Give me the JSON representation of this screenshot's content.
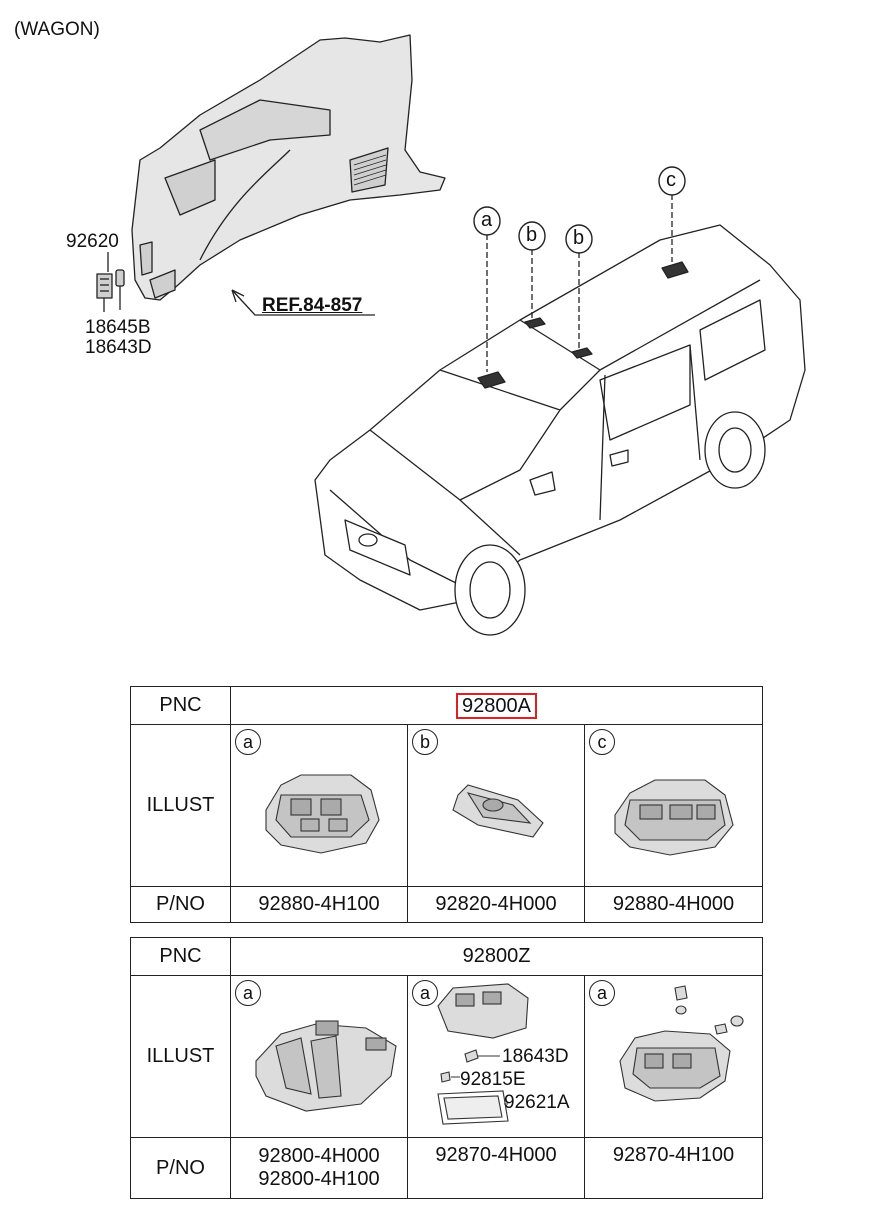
{
  "header": {
    "variant": "(WAGON)"
  },
  "diagram": {
    "labels": {
      "trim_part": "92620",
      "bulb_part_1": "18645B",
      "bulb_part_2": "18643D",
      "ref": "REF.84-857"
    },
    "callouts": [
      "a",
      "b",
      "b",
      "c"
    ]
  },
  "table1": {
    "pnc_label": "PNC",
    "pnc_value": "92800A",
    "illust_label": "ILLUST",
    "pno_label": "P/NO",
    "columns": [
      {
        "letter": "a",
        "pno": "92880-4H100"
      },
      {
        "letter": "b",
        "pno": "92820-4H000"
      },
      {
        "letter": "c",
        "pno": "92880-4H000"
      }
    ]
  },
  "table2": {
    "pnc_label": "PNC",
    "pnc_value": "92800Z",
    "illust_label": "ILLUST",
    "pno_label": "P/NO",
    "columns": [
      {
        "letter": "a",
        "pno": [
          "92800-4H000",
          "92800-4H100"
        ]
      },
      {
        "letter": "a",
        "pno": [
          "92870-4H000"
        ],
        "sub_parts": [
          "18643D",
          "92815E",
          "92621A"
        ]
      },
      {
        "letter": "a",
        "pno": [
          "92870-4H100"
        ]
      }
    ]
  }
}
